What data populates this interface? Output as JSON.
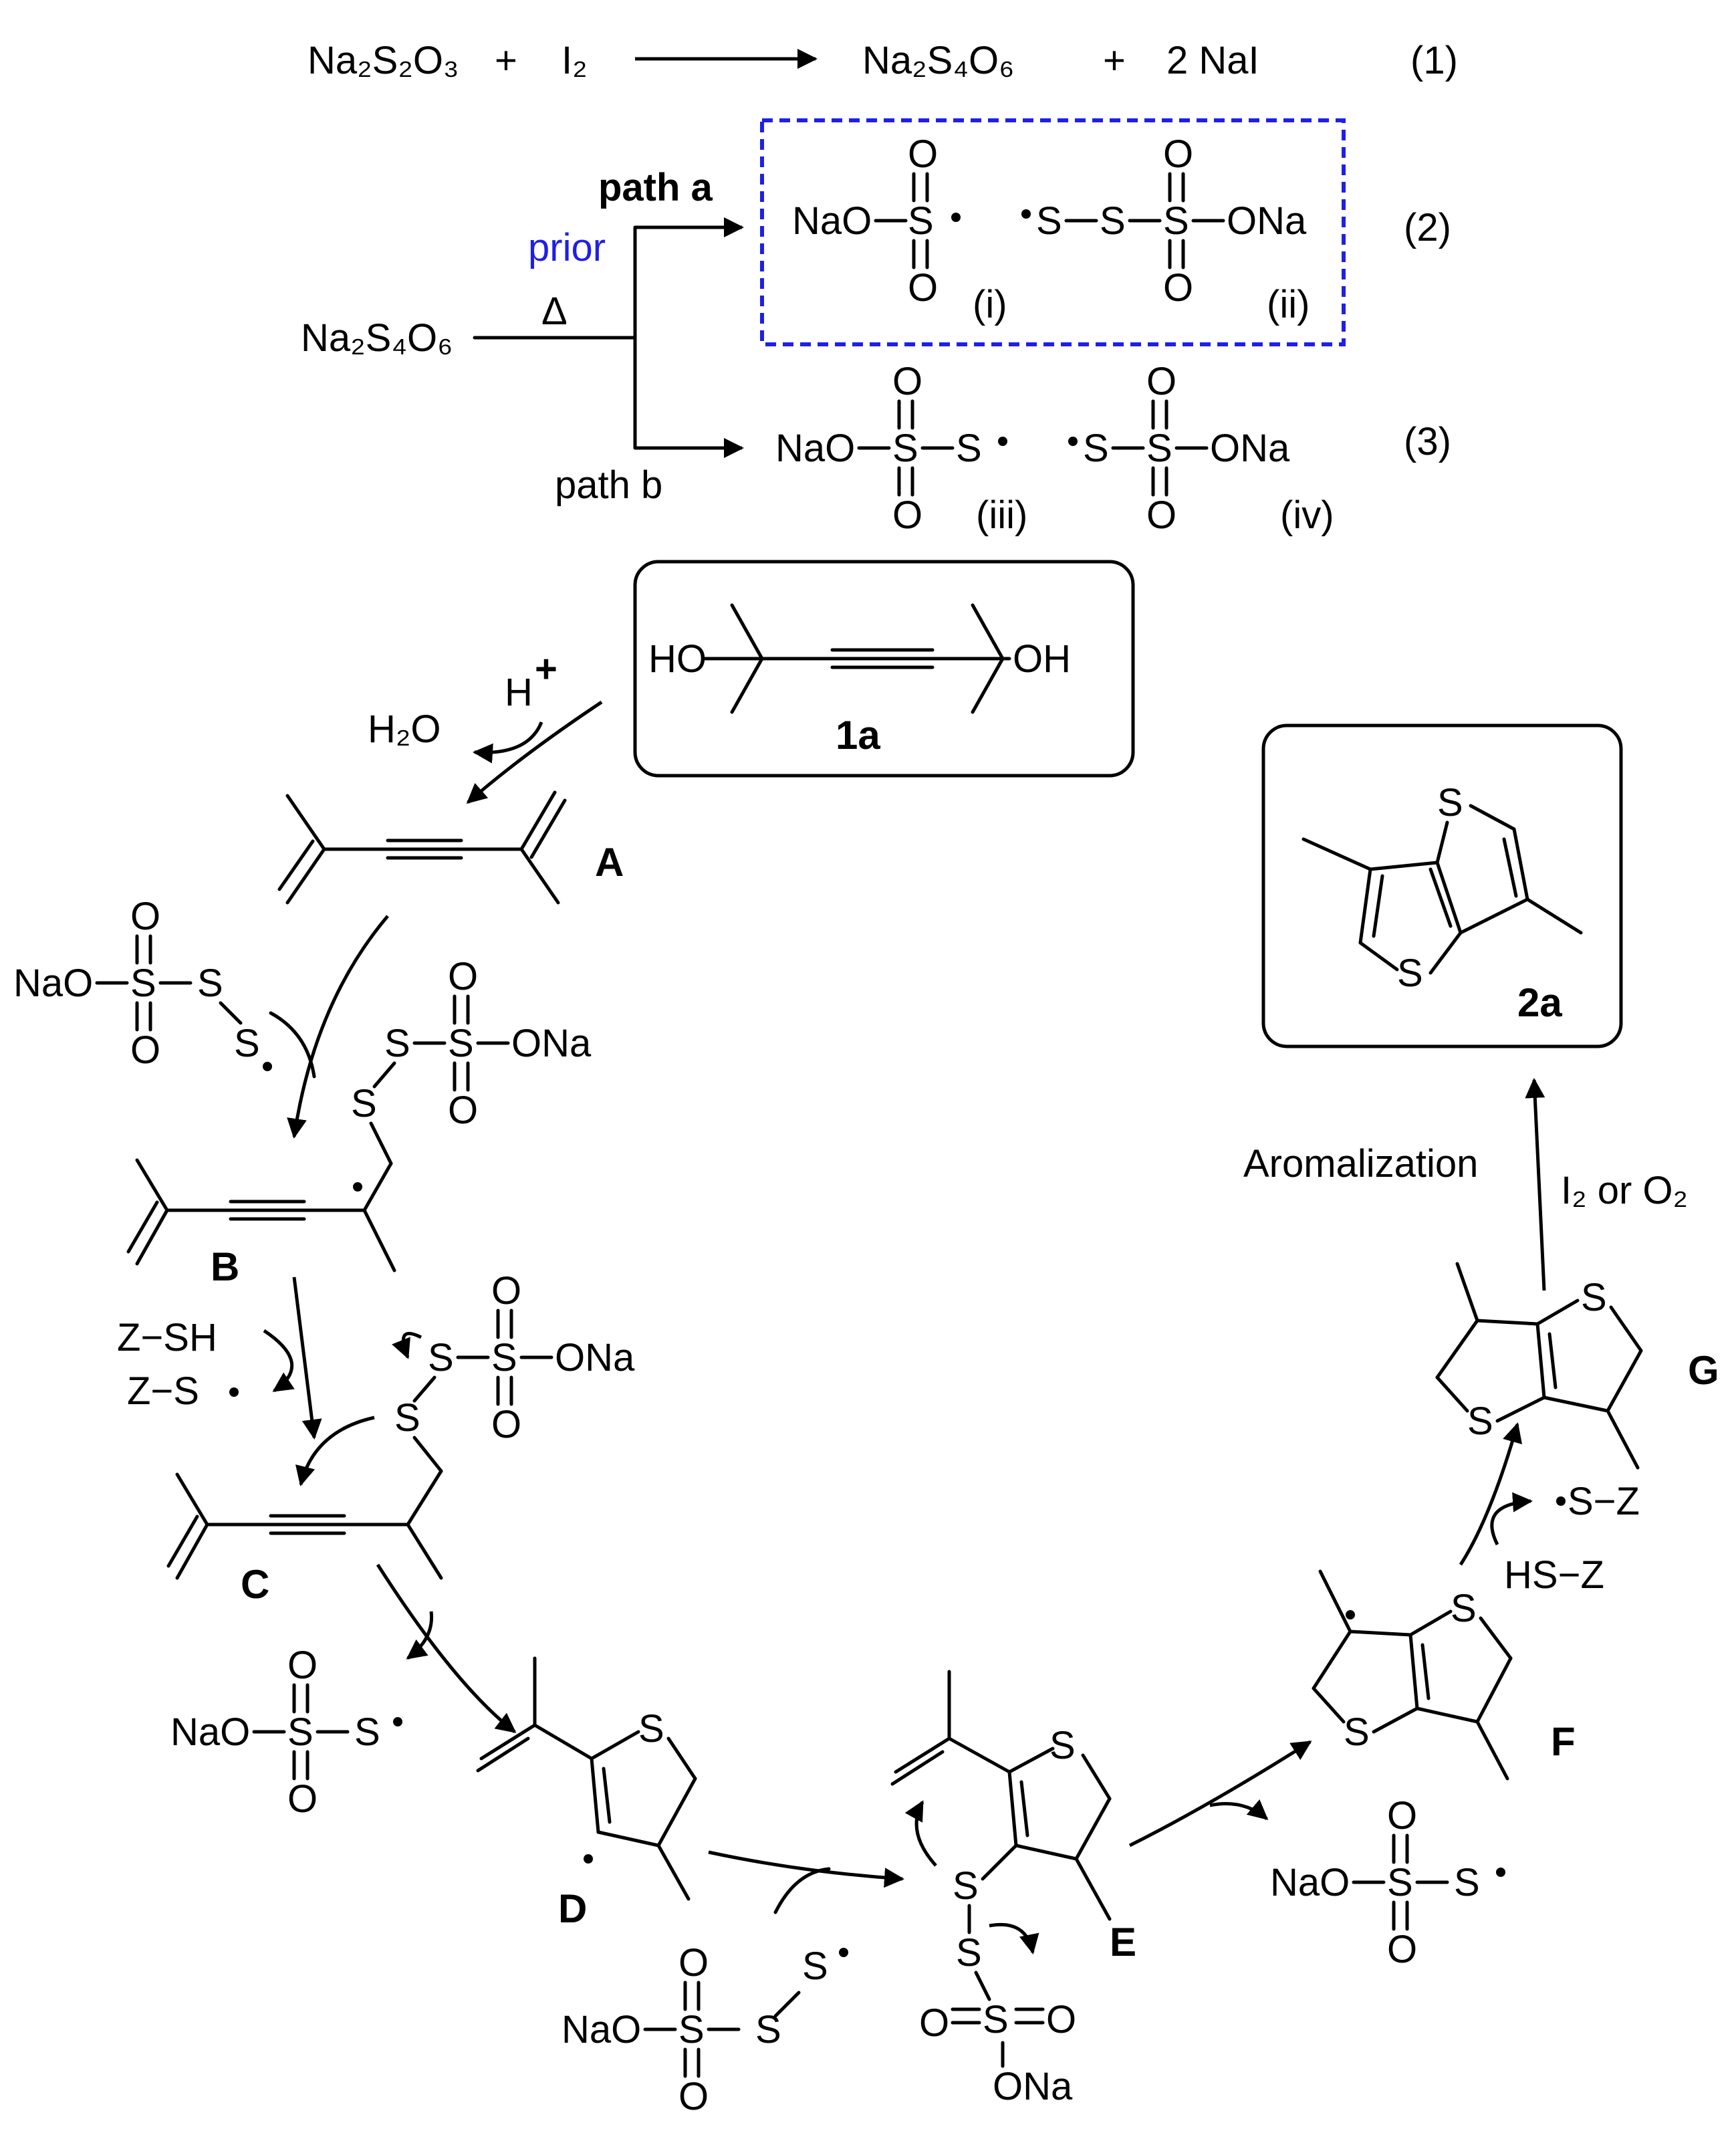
{
  "equation1": {
    "reactant1": "Na₂S₂O₃",
    "plus1": "+",
    "reactant2": "I₂",
    "product1": "Na₂S₄O₆",
    "plus2": "+",
    "product2": "2 NaI",
    "number": "(1)"
  },
  "branch": {
    "start": "Na₂S₄O₆",
    "delta": "Δ",
    "prior": "prior",
    "prior_color": "#1f1fe6",
    "box_color": "#1f1fe6",
    "path_a": "path a",
    "path_b": "path b",
    "eq2": "(2)",
    "eq3": "(3)",
    "radical_i": "(i)",
    "radical_ii": "(ii)",
    "radical_iii": "(iii)",
    "radical_iv": "(iv)"
  },
  "atoms": {
    "NaO": "NaO",
    "ONa": "ONa",
    "S": "S",
    "O": "O",
    "HO": "HO",
    "OH": "OH",
    "H2O": "H₂O",
    "H_plus": "H",
    "plus_sign": "+",
    "ZSH": "Z−SH",
    "ZS": "Z−S",
    "SZ": "S−Z",
    "HSZ": "HS−Z"
  },
  "compounds": {
    "1a": "1a",
    "2a": "2a",
    "A": "A",
    "B": "B",
    "C": "C",
    "D": "D",
    "E": "E",
    "F": "F",
    "G": "G"
  },
  "conditions": {
    "aromalization": "Aromalization",
    "oxidant": "I₂ or O₂"
  }
}
